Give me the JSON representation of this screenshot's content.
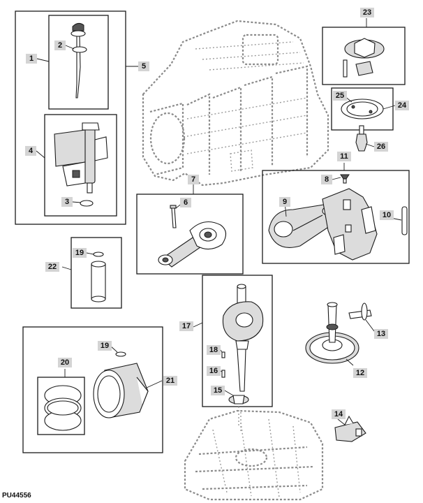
{
  "figure_code": "PU44556",
  "callouts": [
    {
      "id": "c1",
      "text": "1"
    },
    {
      "id": "c2",
      "text": "2"
    },
    {
      "id": "c3",
      "text": "3"
    },
    {
      "id": "c4",
      "text": "4"
    },
    {
      "id": "c5",
      "text": "5"
    },
    {
      "id": "c6",
      "text": "6"
    },
    {
      "id": "c7",
      "text": "7"
    },
    {
      "id": "c8",
      "text": "8"
    },
    {
      "id": "c9",
      "text": "9"
    },
    {
      "id": "c10",
      "text": "10"
    },
    {
      "id": "c11",
      "text": "11"
    },
    {
      "id": "c12",
      "text": "12"
    },
    {
      "id": "c13",
      "text": "13"
    },
    {
      "id": "c14",
      "text": "14"
    },
    {
      "id": "c15",
      "text": "15"
    },
    {
      "id": "c16",
      "text": "16"
    },
    {
      "id": "c17",
      "text": "17"
    },
    {
      "id": "c18",
      "text": "18"
    },
    {
      "id": "c19a",
      "text": "19"
    },
    {
      "id": "c19b",
      "text": "19"
    },
    {
      "id": "c20",
      "text": "20"
    },
    {
      "id": "c21",
      "text": "21"
    },
    {
      "id": "c22",
      "text": "22"
    },
    {
      "id": "c23",
      "text": "23"
    },
    {
      "id": "c24",
      "text": "24"
    },
    {
      "id": "c25",
      "text": "25"
    },
    {
      "id": "c26",
      "text": "26"
    }
  ]
}
